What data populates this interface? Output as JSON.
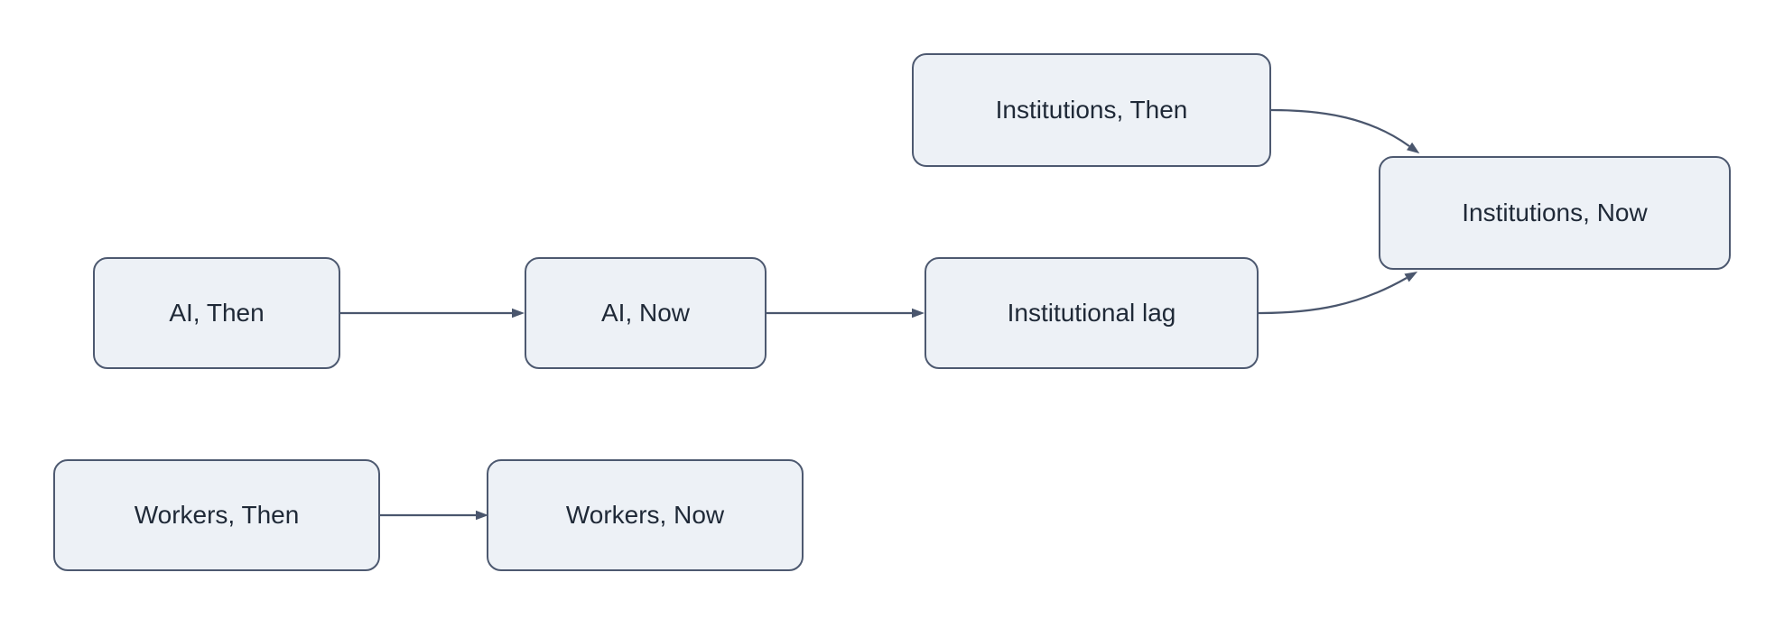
{
  "diagram": {
    "type": "flowchart",
    "direction": "left-to-right",
    "nodes": [
      {
        "id": "institutions-then",
        "label": "Institutions, Then"
      },
      {
        "id": "institutions-now",
        "label": "Institutions, Now"
      },
      {
        "id": "ai-then",
        "label": "AI, Then"
      },
      {
        "id": "ai-now",
        "label": "AI, Now"
      },
      {
        "id": "institutional-lag",
        "label": "Institutional lag"
      },
      {
        "id": "workers-then",
        "label": "Workers, Then"
      },
      {
        "id": "workers-now",
        "label": "Workers, Now"
      }
    ],
    "edges": [
      {
        "from": "ai-then",
        "to": "ai-now"
      },
      {
        "from": "ai-now",
        "to": "institutional-lag"
      },
      {
        "from": "institutional-lag",
        "to": "institutions-now"
      },
      {
        "from": "institutions-then",
        "to": "institutions-now"
      },
      {
        "from": "workers-then",
        "to": "workers-now"
      }
    ],
    "colors": {
      "background": "#ffffff",
      "node_fill": "#edf1f6",
      "node_border": "#4d5970",
      "edge": "#4a566d",
      "text": "#1f2937"
    }
  }
}
